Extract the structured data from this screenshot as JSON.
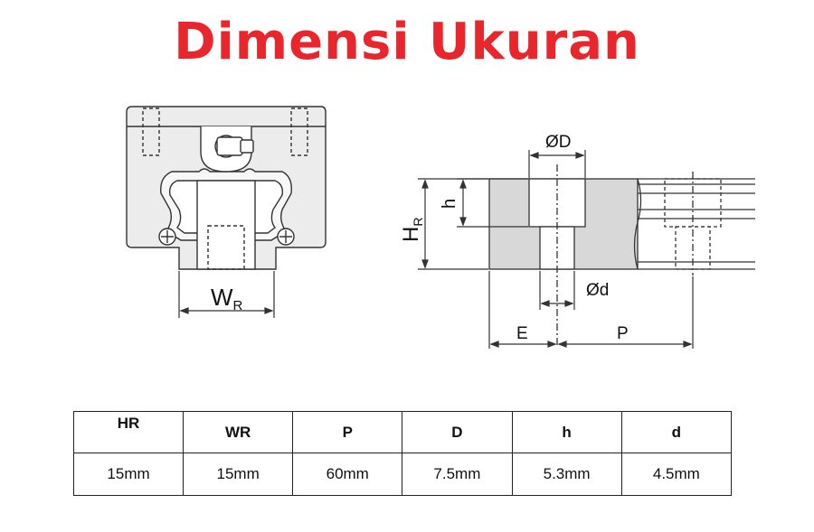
{
  "title": "Dimensi Ukuran",
  "diagram": {
    "labels": {
      "wr_main": "W",
      "wr_sub": "R",
      "hr_main": "H",
      "hr_sub": "R",
      "h": "h",
      "od_big": "ØD",
      "od_small": "Ød",
      "e": "E",
      "p": "P"
    }
  },
  "table": {
    "headers": [
      "HR",
      "WR",
      "P",
      "D",
      "h",
      "d"
    ],
    "values": [
      "15mm",
      "15mm",
      "60mm",
      "7.5mm",
      "5.3mm",
      "4.5mm"
    ]
  }
}
